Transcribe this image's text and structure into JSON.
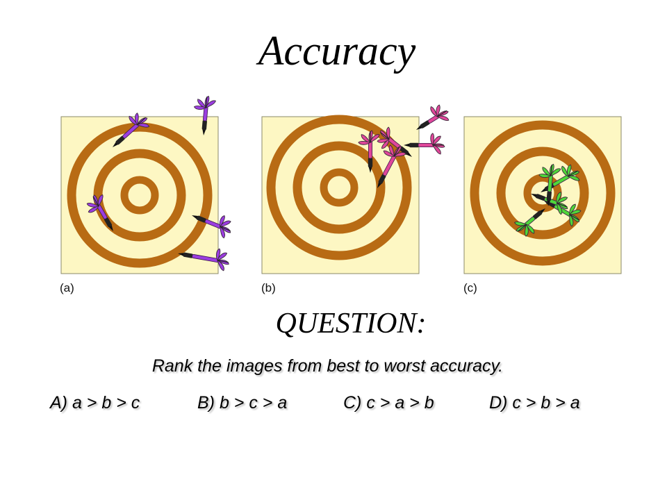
{
  "slide": {
    "title": "Accuracy",
    "panels": [
      {
        "label": "(a)",
        "dart_color": "#9b3de0"
      },
      {
        "label": "(b)",
        "dart_color": "#e0479a"
      },
      {
        "label": "(c)",
        "dart_color": "#4fd63a"
      }
    ],
    "target_colors": {
      "background": "#fdf7c3",
      "ring": "#b86b14"
    },
    "question_heading": "QUESTION:",
    "question_text": "Rank the images from best to worst accuracy.",
    "choices": [
      "A) a > b > c",
      "B) b > c > a",
      "C) c > a > b",
      "D) c > b > a"
    ]
  }
}
